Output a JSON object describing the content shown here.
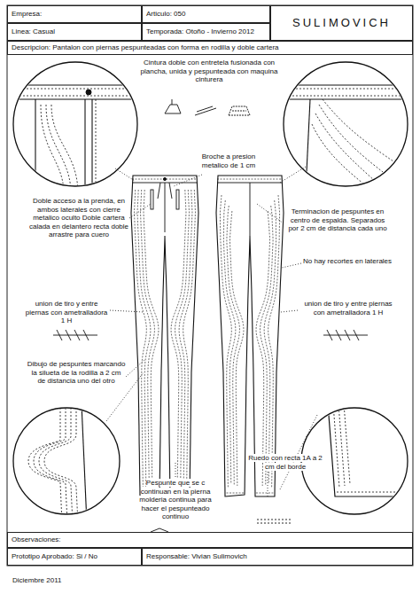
{
  "diagram": {
    "nodes": [
      {
        "text": [
          "Empresa:"
        ]
      },
      {
        "text": [
          "Articulo: 050"
        ]
      },
      {
        "text": [
          "SULIMOVICH"
        ]
      },
      {
        "text": [
          "Linea: Casual"
        ]
      },
      {
        "text": [
          "Temporada: Otoño - Invierno 2012"
        ]
      },
      {
        "text": [
          "Descripcion: Pantalon con piernas pespunteadas con forma en rodilla y doble cartera"
        ]
      },
      {
        "text": [
          "Observaciones:"
        ]
      },
      {
        "text": [
          "Prototipo Aprobado: Si / No"
        ]
      },
      {
        "text": [
          "Responsable: Vivian Sulimovich"
        ]
      }
    ],
    "labels": [
      "Cintura doble con entretela fusionada con plancha, unida y pespunteada con maquina cinturera",
      "Broche a presion metalico de 1 cm",
      "Doble acceso a la prenda, en ambos laterales con cierre metalico oculto Doble cartera calada en delantero recta doble arrastre para cuero",
      "Terminacion de pespuntes en centro de espalda. Separados por 2 cm de distancia cada uno",
      "No hay recortes en laterales",
      "union de tiro y entre piernas con ametralladora 1 H",
      "union de tiro y entre piernas con ametralladora 1 H",
      "Dibujo de pespuntes marcando la silueta de la rodilla a 2 cm de distancia uno del otro",
      "Pespunte que se c continuan en la pierna molderia continua para hacer el pespunteado continuo",
      "Ruedo con recta 1A a 2 cm del borde",
      "Diciembre 2011"
    ]
  }
}
